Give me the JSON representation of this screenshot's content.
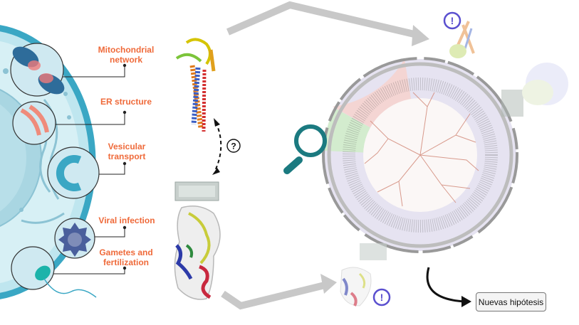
{
  "cell_labels": {
    "mito": [
      "Mitochondrial",
      "network"
    ],
    "er": [
      "ER structure"
    ],
    "vesicle": [
      "Vesicular",
      "transport"
    ],
    "viral": [
      "Viral infection"
    ],
    "gametes": [
      "Gametes and",
      "fertilization"
    ]
  },
  "question_mark": "?",
  "exclamation": "!",
  "hypotheses_button": "Nuevas hipótesis",
  "colors": {
    "label_orange": "#ef6a3a",
    "cell_blue": "#3aa7c4",
    "magnifier_teal": "#1b7a80",
    "alert_purple": "#5a4fcf",
    "tree_lavender": "#cfcbe2",
    "tree_pink": "#f3c7c3",
    "tree_green": "#c9e5c1"
  },
  "icons": [
    "magnifier-icon",
    "question-icon",
    "exclamation-icon",
    "curved-arrow-icon"
  ]
}
